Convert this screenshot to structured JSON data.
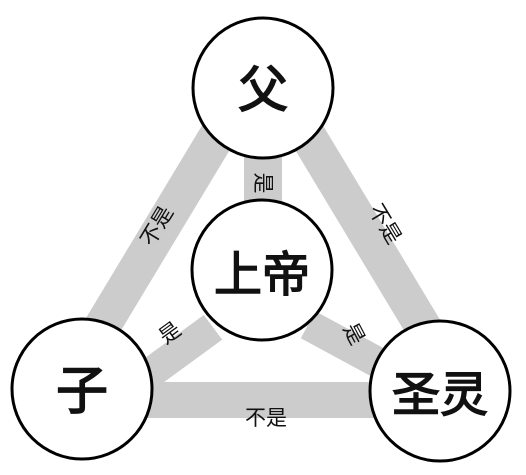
{
  "diagram": {
    "nodes": {
      "father": "父",
      "god": "上帝",
      "son": "子",
      "spirit": "圣灵"
    },
    "edges": {
      "father_son": "不是",
      "father_spirit": "不是",
      "son_spirit": "不是",
      "father_god": "是",
      "son_god": "是",
      "spirit_god": "是"
    },
    "colors": {
      "band": "#cccccc",
      "circle_fill": "#ffffff",
      "circle_stroke": "#000000",
      "text": "#111111"
    }
  }
}
